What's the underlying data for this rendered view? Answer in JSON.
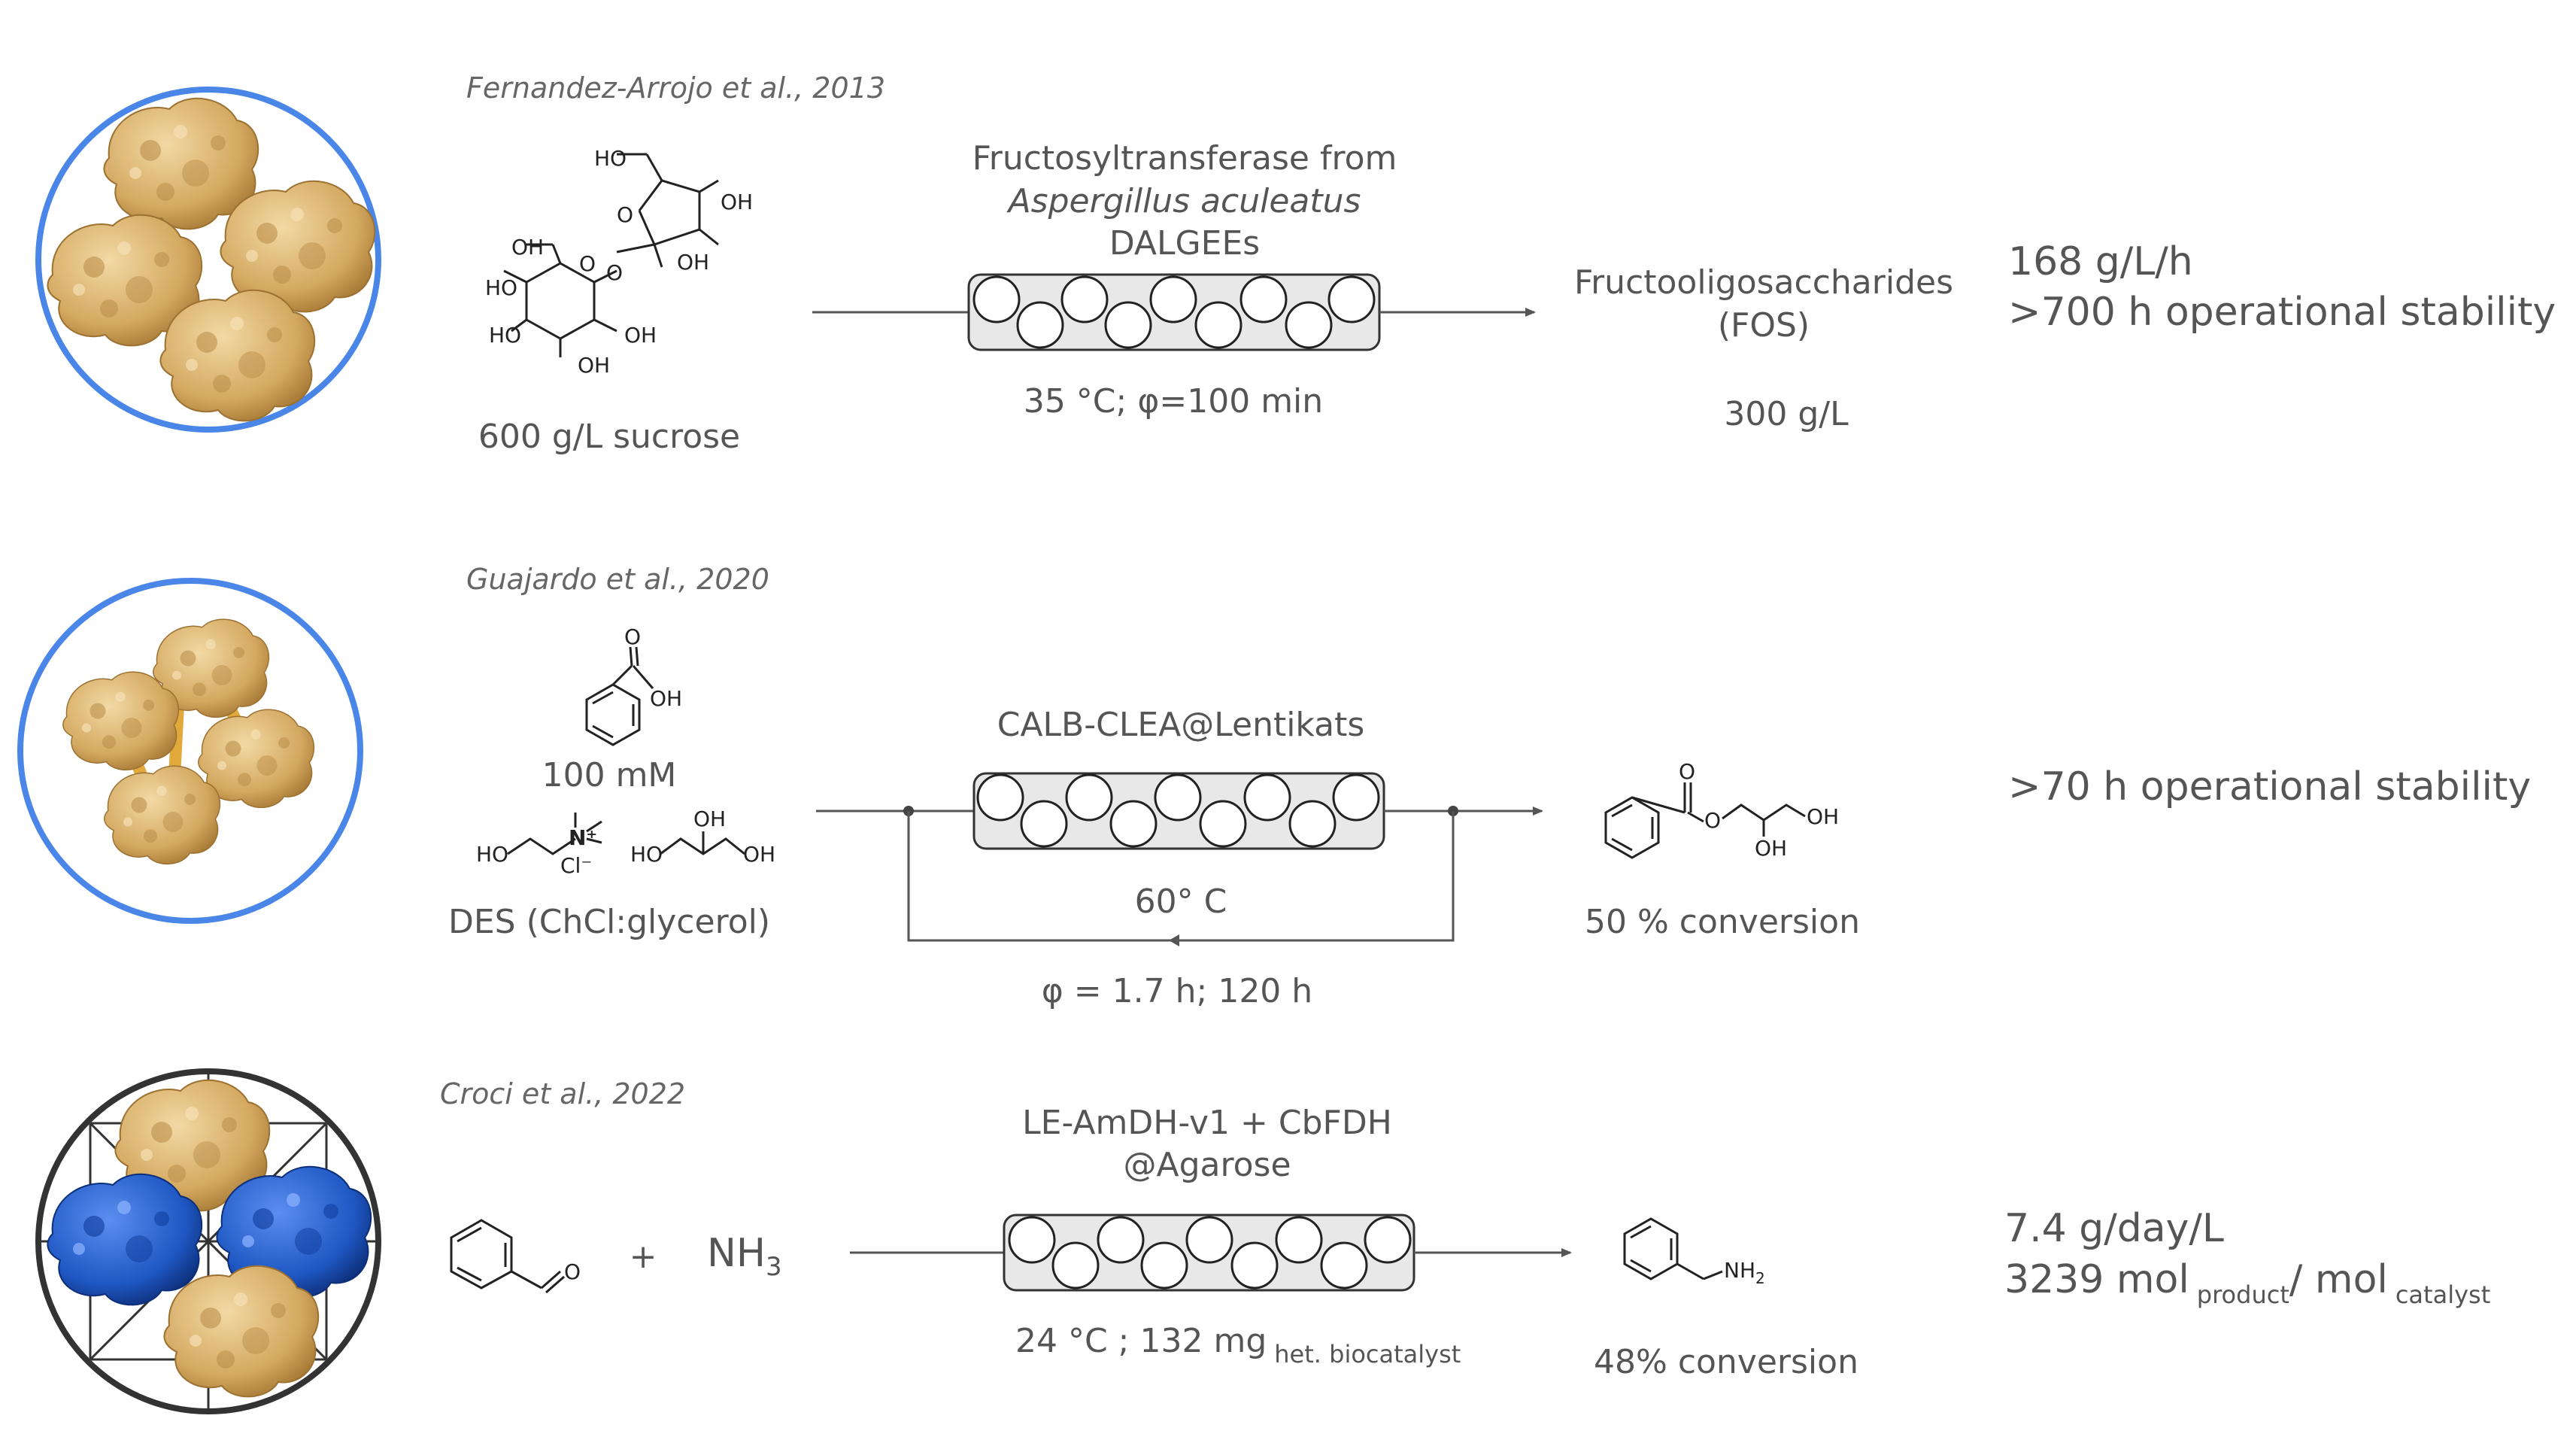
{
  "rows": [
    {
      "citation": "Fernandez-Arrojo et al., 2013",
      "substrate_label": "600 g/L sucrose",
      "enzyme_lines": [
        "Fructosyltransferase from",
        "Aspergillus aculeatus",
        "DALGEEs"
      ],
      "conditions": "35 °C; φ=100 min",
      "product_lines": [
        "Fructooligosaccharides",
        "(FOS)"
      ],
      "product_amount": "300 g/L",
      "results": [
        "168 g/L/h",
        ">700 h operational stability"
      ],
      "structure_atoms": [
        "HO",
        "OH",
        "OH",
        "HO",
        "HO",
        "OH",
        "OH",
        "OH",
        "O",
        "O",
        "O"
      ]
    },
    {
      "citation": "Guajardo et al., 2020",
      "substrate_amount": "100 mM",
      "solvent_label": "DES (ChCl:glycerol)",
      "enzyme_lines": [
        "CALB-CLEA@Lentikats"
      ],
      "temperature": "60° C",
      "recycle_conditions": "φ = 1.7 h; 120 h",
      "product_label": "50 % conversion",
      "results": [
        ">70 h operational stability"
      ],
      "structure_atoms": [
        "OH",
        "HO",
        "Cl⁻",
        "HO",
        "OH",
        "OH",
        "O",
        "O",
        "OH",
        "OH"
      ]
    },
    {
      "citation": "Croci et al., 2022",
      "reagent_plus": "+",
      "ammonia": "NH",
      "ammonia_sub": "3",
      "enzyme_lines": [
        "LE-AmDH-v1 + CbFDH",
        "@Agarose"
      ],
      "conditions_main": "24 °C ; 132 mg",
      "conditions_sub": "het. biocatalyst",
      "product_label": "48% conversion",
      "amine_label": "NH",
      "amine_sub": "2",
      "aldehyde_atom": "O",
      "results_line1": "7.4 g/day/L",
      "results_line2_main": "3239 mol",
      "results_line2_sub1": "product",
      "results_line2_mid": "/ mol",
      "results_line2_sub2": "catalyst"
    }
  ],
  "colors": {
    "ring_blue": "#4a86e8",
    "ring_dark": "#333333",
    "enzyme_tan": "#d9b06a",
    "enzyme_blue": "#1f58c4",
    "crosslink": "#e0a93a"
  }
}
